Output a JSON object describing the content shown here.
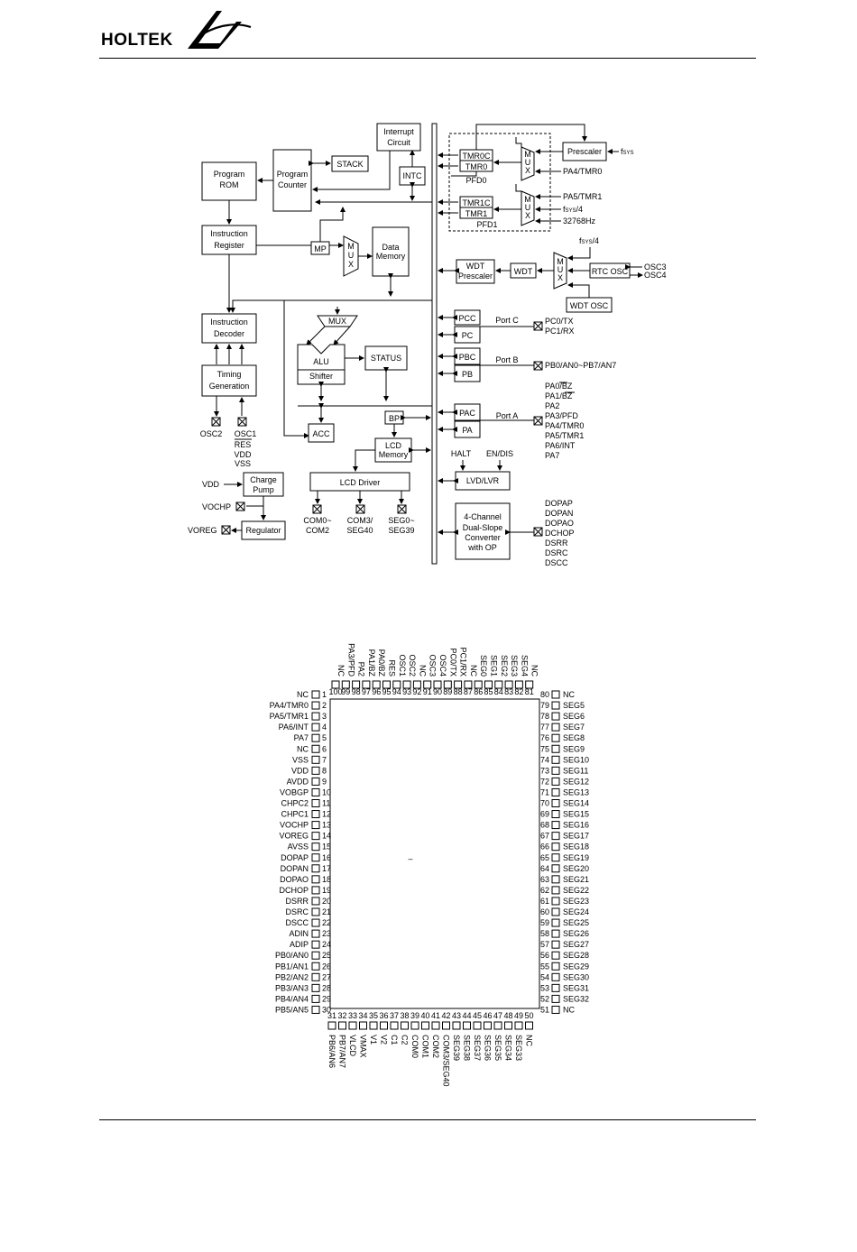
{
  "header": {
    "company": "HOLTEK"
  },
  "block_diagram": {
    "program_rom": [
      "Program",
      "ROM"
    ],
    "program_counter": [
      "Program",
      "Counter"
    ],
    "stack": "STACK",
    "interrupt": [
      "Interrupt",
      "Circuit"
    ],
    "intc": "INTC",
    "instruction_register": [
      "Instruction",
      "Register"
    ],
    "mp": "MP",
    "mux": "MUX",
    "mux_v": [
      "M",
      "U",
      "X"
    ],
    "data_memory": [
      "Data",
      "Memory"
    ],
    "instruction_decoder": [
      "Instruction",
      "Decoder"
    ],
    "alu": "ALU",
    "shifter": "Shifter",
    "status": "STATUS",
    "timing": [
      "Timing",
      "Generation"
    ],
    "osc2": "OSC2",
    "osc1": "OSC1",
    "res": "RES",
    "vdd": "VDD",
    "vss": "VSS",
    "acc": "ACC",
    "bp": "BP",
    "lcd_memory": [
      "LCD",
      "Memory"
    ],
    "lcd_driver": "LCD Driver",
    "com_out": [
      "COM0~",
      "COM2"
    ],
    "com3_out": [
      "COM3/",
      "SEG40"
    ],
    "seg_out": [
      "SEG0~",
      "SEG39"
    ],
    "charge_pump": [
      "Charge",
      "Pump"
    ],
    "vdd_in": "VDD",
    "vochp": "VOCHP",
    "voreg": "VOREG",
    "regulator": "Regulator",
    "tmr0c": "TMR0C",
    "tmr0": "TMR0",
    "pfd0": "PFD0",
    "tmr1c": "TMR1C",
    "tmr1": "TMR1",
    "pfd1": "PFD1",
    "prescaler": "Prescaler",
    "fsys_a": "f",
    "fsys_sub": "SYS",
    "fsys_div4": "/4",
    "pa4_tmr0": "PA4/TMR0",
    "pa5_tmr1": "PA5/TMR1",
    "hz32768": "32768Hz",
    "wdt_prescaler": [
      "WDT",
      "Prescaler"
    ],
    "wdt": "WDT",
    "rtc_osc": "RTC OSC",
    "osc3": "OSC3",
    "osc4": "OSC4",
    "wdt_osc": "WDT OSC",
    "pcc": "PCC",
    "pc": "PC",
    "port_c": "Port C",
    "pc_pins": [
      "PC0/TX",
      "PC1/RX"
    ],
    "pbc": "PBC",
    "pb": "PB",
    "port_b": "Port B",
    "pb_pins": "PB0/AN0~PB7/AN7",
    "pac": "PAC",
    "pa": "PA",
    "port_a": "Port A",
    "pa_pins": [
      "PA0/BZ",
      "PA1/BZ",
      "PA2",
      "PA3/PFD",
      "PA4/TMR0",
      "PA5/TMR1",
      "PA6/INT",
      "PA7"
    ],
    "halt": "HALT",
    "en_dis": "EN/DIS",
    "lvd": "LVD/LVR",
    "converter": [
      "4-Channel",
      "Dual-Slope",
      "Converter",
      "with OP"
    ],
    "converter_pins": [
      "DOPAP",
      "DOPAN",
      "DOPAO",
      "DCHOP",
      "DSRR",
      "DSRC",
      "DSCC"
    ]
  },
  "pinout": {
    "left": [
      "NC",
      "PA4/TMR0",
      "PA5/TMR1",
      "PA6/INT",
      "PA7",
      "NC",
      "VSS",
      "VDD",
      "AVDD",
      "VOBGP",
      "CHPC2",
      "CHPC1",
      "VOCHP",
      "VOREG",
      "AVSS",
      "DOPAP",
      "DOPAN",
      "DOPAO",
      "DCHOP",
      "DSRR",
      "DSRC",
      "DSCC",
      "ADIN",
      "ADIP",
      "PB0/AN0",
      "PB1/AN1",
      "PB2/AN2",
      "PB3/AN3",
      "PB4/AN4",
      "PB5/AN5"
    ],
    "right": [
      "NC",
      "SEG5",
      "SEG6",
      "SEG7",
      "SEG8",
      "SEG9",
      "SEG10",
      "SEG11",
      "SEG12",
      "SEG13",
      "SEG14",
      "SEG15",
      "SEG16",
      "SEG17",
      "SEG18",
      "SEG19",
      "SEG20",
      "SEG21",
      "SEG22",
      "SEG23",
      "SEG24",
      "SEG25",
      "SEG26",
      "SEG27",
      "SEG28",
      "SEG29",
      "SEG30",
      "SEG31",
      "SEG32",
      "NC"
    ],
    "top": [
      "NC",
      "PA3/PFD",
      "PA2",
      "PA1/BZ",
      "PA0/BZ",
      "RES",
      "OSC1",
      "OSC2",
      "NC",
      "OSC3",
      "OSC4",
      "PC0/TX",
      "PC1/RX",
      "NC",
      "SEG0",
      "SEG1",
      "SEG2",
      "SEG3",
      "SEG4",
      "NC"
    ],
    "bottom": [
      "PB6/AN6",
      "PB7/AN7",
      "VLCD",
      "VMAX",
      "V1",
      "V2",
      "C1",
      "C2",
      "COM0",
      "COM1",
      "COM2",
      "COM3/SEG40",
      "SEG39",
      "SEG38",
      "SEG37",
      "SEG36",
      "SEG35",
      "SEG34",
      "SEG33",
      "NC"
    ],
    "center_mark": "–"
  }
}
